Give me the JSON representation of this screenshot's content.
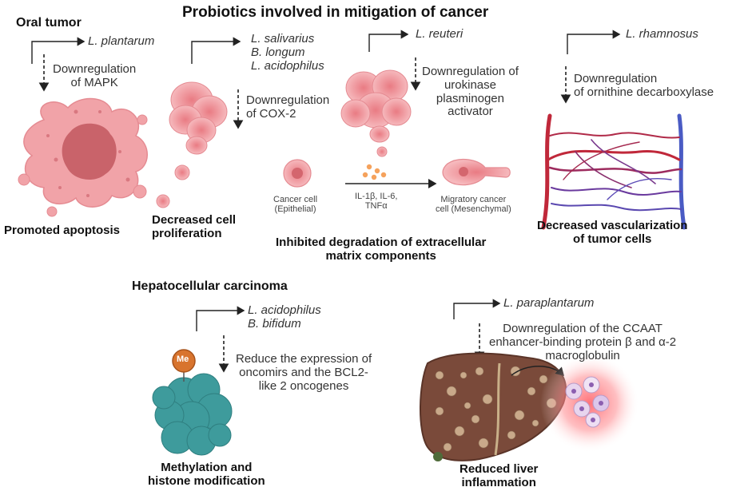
{
  "title": "Probiotics  involved  in mitigation of cancer",
  "oral_tumor": {
    "heading": "Oral tumor",
    "species": [
      "L. plantarum"
    ],
    "mechanism": [
      "Downregulation",
      "of MAPK"
    ],
    "outcome": [
      "Promoted apoptosis"
    ]
  },
  "proliferation": {
    "species": [
      "L. salivarius",
      "B. longum",
      "L. acidophilus"
    ],
    "mechanism": [
      "Downregulation",
      "of COX-2"
    ],
    "outcome": [
      "Decreased cell",
      "proliferation"
    ]
  },
  "ecm": {
    "species": [
      "L. reuteri"
    ],
    "mechanism": [
      "Downregulation of",
      "urokinase",
      "plasminogen",
      "activator"
    ],
    "cell_left": [
      "Cancer cell",
      "(Epithelial)"
    ],
    "cytokines": [
      "IL-1β, IL-6,",
      "TNFα"
    ],
    "cell_right": [
      "Migratory cancer",
      "cell (Mesenchymal)"
    ],
    "outcome": [
      "Inhibited degradation of extracellular",
      "matrix components"
    ]
  },
  "vascular": {
    "species": [
      "L.  rhamnosus"
    ],
    "mechanism": [
      "Downregulation",
      "of ornithine decarboxylase"
    ],
    "outcome": [
      "Decreased vascularization",
      "of tumor cells"
    ]
  },
  "hcc": {
    "heading": "Hepatocellular carcinoma",
    "species": [
      "L. acidophilus",
      "B. bifidum"
    ],
    "me_label": "Me",
    "mechanism": [
      "Reduce the expression of",
      "oncomirs and the BCL2-",
      "like 2 oncogenes"
    ],
    "outcome": [
      "Methylation and",
      "histone modification"
    ]
  },
  "liver": {
    "species": [
      "L. paraplantarum"
    ],
    "mechanism": [
      "Downregulation of the CCAAT",
      "enhancer-binding protein β and α-2",
      "macroglobulin"
    ],
    "outcome": [
      "Reduced liver",
      "inflammation"
    ]
  },
  "colors": {
    "tumor": "#f1a3a8",
    "tumor_core": "#c9636a",
    "artery": "#c0283a",
    "vein": "#4a5bc4",
    "protein": "#3e9b9c",
    "methyl": "#d8742e",
    "liver": "#7a4a3a",
    "glow": "#ff4d57"
  }
}
